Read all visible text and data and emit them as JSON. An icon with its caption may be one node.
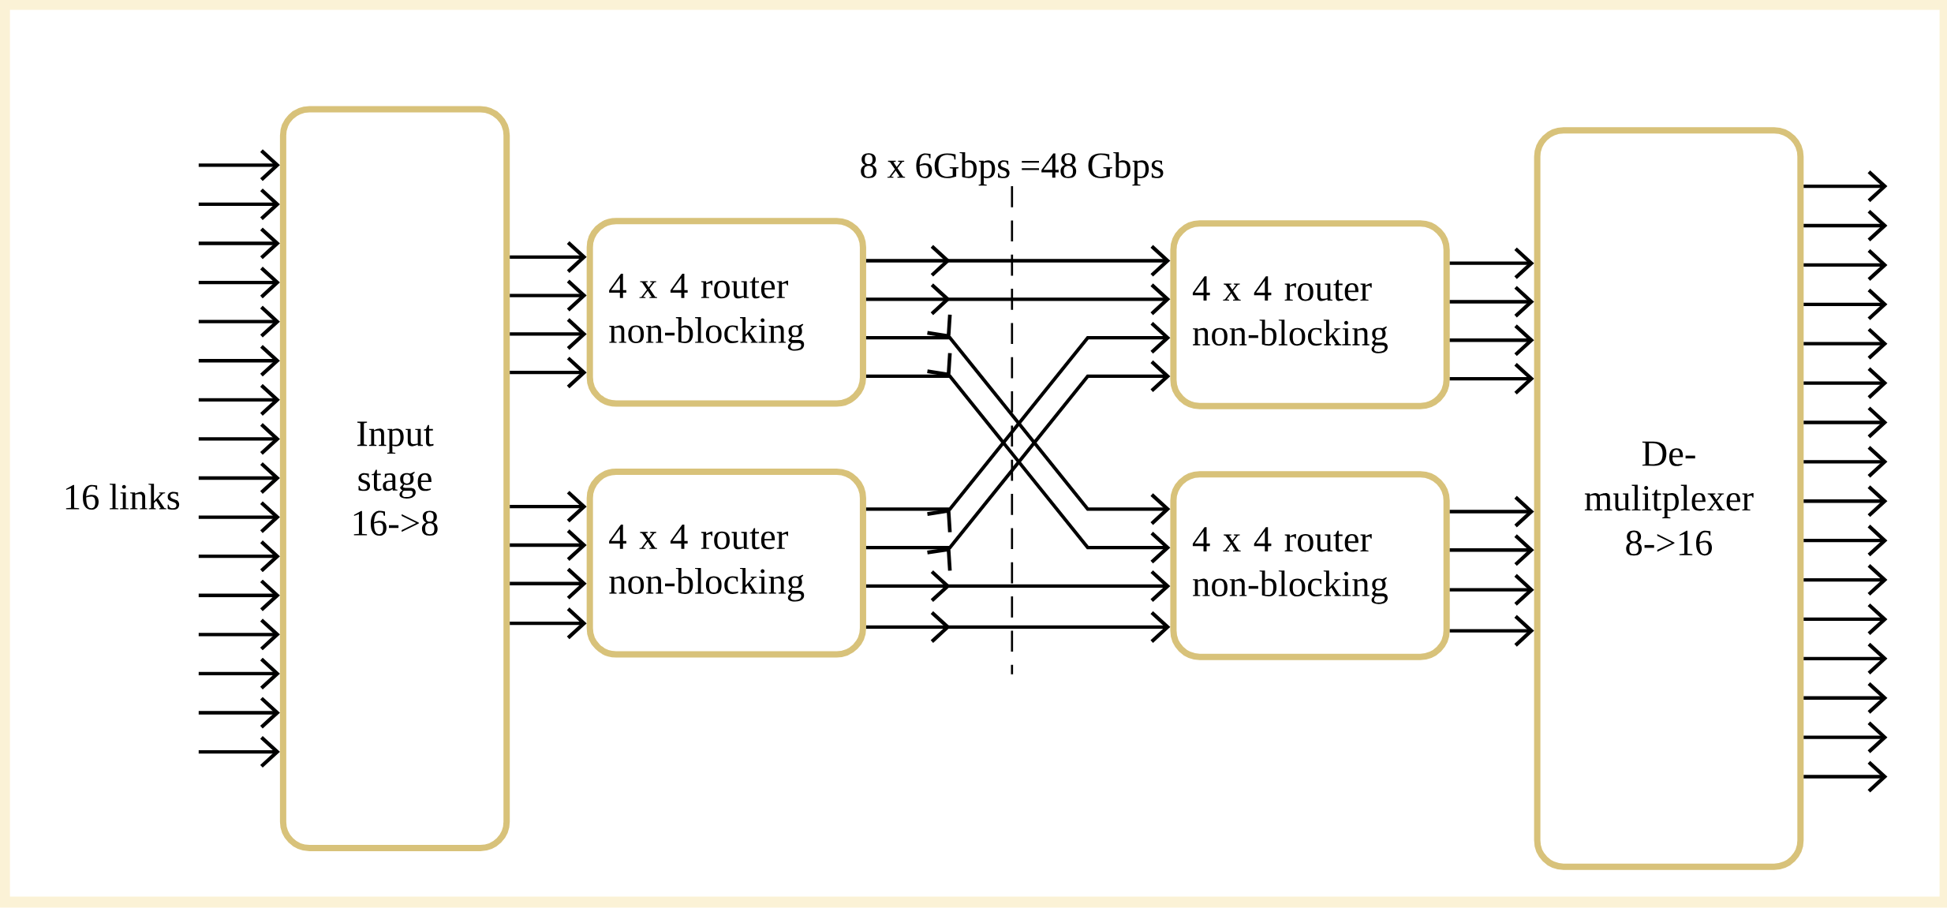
{
  "diagram": {
    "nodes": [
      {
        "text": [
          "Input stage 16->8"
        ]
      },
      {
        "text": [
          "4 x 4 router non-blocking"
        ]
      },
      {
        "text": [
          "4 x 4 router non-blocking"
        ]
      },
      {
        "text": [
          "4 x 4 router non-blocking"
        ]
      },
      {
        "text": [
          "4 x 4 router non-blocking"
        ]
      },
      {
        "text": [
          "De- mulitplexer 8->16"
        ]
      }
    ],
    "edges": [
      {
        "from": null,
        "to": 0,
        "arrow": "to"
      },
      {
        "from": null,
        "to": 0,
        "arrow": "to"
      },
      {
        "from": null,
        "to": 0,
        "arrow": "to"
      },
      {
        "from": null,
        "to": 0,
        "arrow": "to"
      },
      {
        "from": null,
        "to": 0,
        "arrow": "to"
      },
      {
        "from": null,
        "to": 0,
        "arrow": "to"
      },
      {
        "from": null,
        "to": 0,
        "arrow": "to"
      },
      {
        "from": null,
        "to": 0,
        "arrow": "to"
      },
      {
        "from": null,
        "to": 0,
        "arrow": "to"
      },
      {
        "from": null,
        "to": 0,
        "arrow": "to"
      },
      {
        "from": null,
        "to": 0,
        "arrow": "to"
      },
      {
        "from": null,
        "to": 0,
        "arrow": "to"
      },
      {
        "from": null,
        "to": 0,
        "arrow": "to"
      },
      {
        "from": null,
        "to": 0,
        "arrow": "to"
      },
      {
        "from": null,
        "to": 0,
        "arrow": "to"
      },
      {
        "from": null,
        "to": 0,
        "arrow": "to"
      },
      {
        "from": 0,
        "to": 1,
        "arrow": "to"
      },
      {
        "from": 0,
        "to": 1,
        "arrow": "to"
      },
      {
        "from": 0,
        "to": 1,
        "arrow": "to"
      },
      {
        "from": 0,
        "to": 1,
        "arrow": "to"
      },
      {
        "from": 0,
        "to": 2,
        "arrow": "to"
      },
      {
        "from": 0,
        "to": 2,
        "arrow": "to"
      },
      {
        "from": 0,
        "to": 2,
        "arrow": "to"
      },
      {
        "from": 0,
        "to": 2,
        "arrow": "to"
      },
      {
        "from": 1,
        "to": 3,
        "arrow": "to"
      },
      {
        "from": 1,
        "to": 3,
        "arrow": "to"
      },
      {
        "from": 1,
        "to": 4,
        "arrow": "to"
      },
      {
        "from": 1,
        "to": 4,
        "arrow": "to"
      },
      {
        "from": 2,
        "to": 3,
        "arrow": "to"
      },
      {
        "from": 2,
        "to": 3,
        "arrow": "to"
      },
      {
        "from": 2,
        "to": 4,
        "arrow": "to"
      },
      {
        "from": 2,
        "to": 4,
        "arrow": "to"
      },
      {
        "from": 3,
        "to": 5,
        "arrow": "to"
      },
      {
        "from": 3,
        "to": 5,
        "arrow": "to"
      },
      {
        "from": 3,
        "to": 5,
        "arrow": "to"
      },
      {
        "from": 3,
        "to": 5,
        "arrow": "to"
      },
      {
        "from": 4,
        "to": 5,
        "arrow": "to"
      },
      {
        "from": 4,
        "to": 5,
        "arrow": "to"
      },
      {
        "from": 4,
        "to": 5,
        "arrow": "to"
      },
      {
        "from": 4,
        "to": 5,
        "arrow": "to"
      },
      {
        "from": 5,
        "to": null,
        "arrow": "to"
      },
      {
        "from": 5,
        "to": null,
        "arrow": "to"
      },
      {
        "from": 5,
        "to": null,
        "arrow": "to"
      },
      {
        "from": 5,
        "to": null,
        "arrow": "to"
      },
      {
        "from": 5,
        "to": null,
        "arrow": "to"
      },
      {
        "from": 5,
        "to": null,
        "arrow": "to"
      },
      {
        "from": 5,
        "to": null,
        "arrow": "to"
      },
      {
        "from": 5,
        "to": null,
        "arrow": "to"
      },
      {
        "from": 5,
        "to": null,
        "arrow": "to"
      },
      {
        "from": 5,
        "to": null,
        "arrow": "to"
      },
      {
        "from": 5,
        "to": null,
        "arrow": "to"
      },
      {
        "from": 5,
        "to": null,
        "arrow": "to"
      },
      {
        "from": 5,
        "to": null,
        "arrow": "to"
      },
      {
        "from": 5,
        "to": null,
        "arrow": "to"
      },
      {
        "from": 5,
        "to": null,
        "arrow": "to"
      },
      {
        "from": 5,
        "to": null,
        "arrow": "to"
      }
    ],
    "labels": [
      "8 x 6Gbps =48 Gbps",
      "16 links"
    ]
  }
}
